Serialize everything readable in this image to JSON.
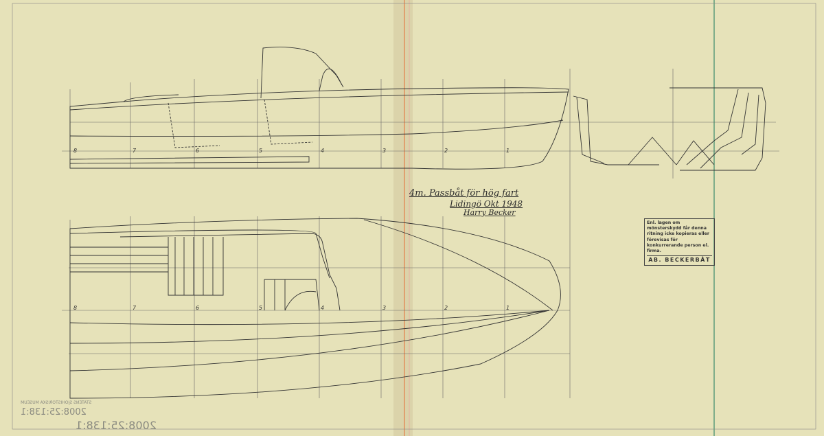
{
  "title_block": {
    "title": "4m. Passbåt för hög fart",
    "place_date": "Lidingö Okt 1948",
    "signature": "Harry Becker"
  },
  "notice": {
    "text": "Enl. lagen om mönsterskydd får denna ritning icke kopieras eller förevisas för konkurrerande person el. firma.",
    "firm": "AB. BECKERBÅT"
  },
  "stations": [
    "8",
    "7",
    "6",
    "5",
    "4",
    "3",
    "2",
    "1"
  ],
  "archive": {
    "museum": "STATENS SJÖHISTORISKA MUSEUM",
    "number": "2008:25:138:1"
  }
}
